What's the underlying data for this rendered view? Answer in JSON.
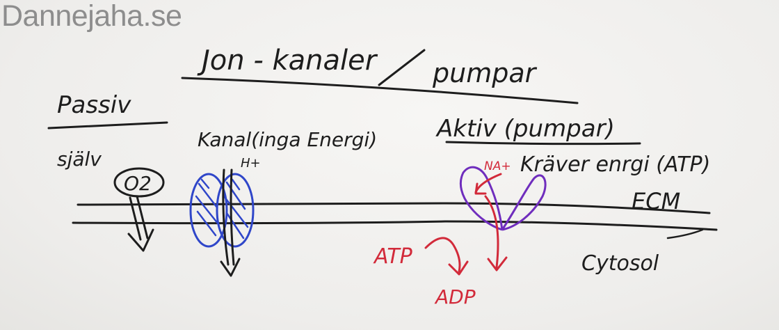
{
  "watermark": "Dannejaha.se",
  "title": {
    "part1": "Jon - kanaler",
    "part2": "pumpar"
  },
  "passive": {
    "heading": "Passiv",
    "self_label": "själv",
    "molecule": "O2"
  },
  "channel": {
    "label": "Kanal(inga Energi)",
    "ion": "H+"
  },
  "active": {
    "heading": "Aktiv (pumpar)",
    "ion": "NA+",
    "energy_label": "Kräver enrgi (ATP)",
    "atp": "ATP",
    "adp": "ADP"
  },
  "regions": {
    "ecm": "ECM",
    "cytosol": "Cytosol"
  },
  "colors": {
    "ink": "#1d1d1d",
    "channel_blue": "#2f46c9",
    "pump_purple": "#6f2dbd",
    "energy_red": "#d22a3a",
    "watermark": "#8d8d8d"
  }
}
